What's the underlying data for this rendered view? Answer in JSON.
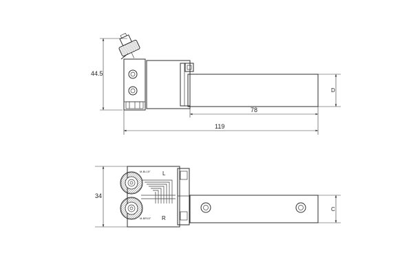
{
  "dimensions": {
    "height_side": "44.5",
    "length_shank": "78",
    "length_total": "119",
    "width_top": "34",
    "shank_height_label": "D",
    "shank_width_label": "C"
  },
  "knurl_labels": {
    "left": "L",
    "right": "R",
    "top_marking": "M-BL15°",
    "bottom_marking": "M-BR15°"
  },
  "colors": {
    "line": "#2b2b2b",
    "background": "#ffffff"
  }
}
